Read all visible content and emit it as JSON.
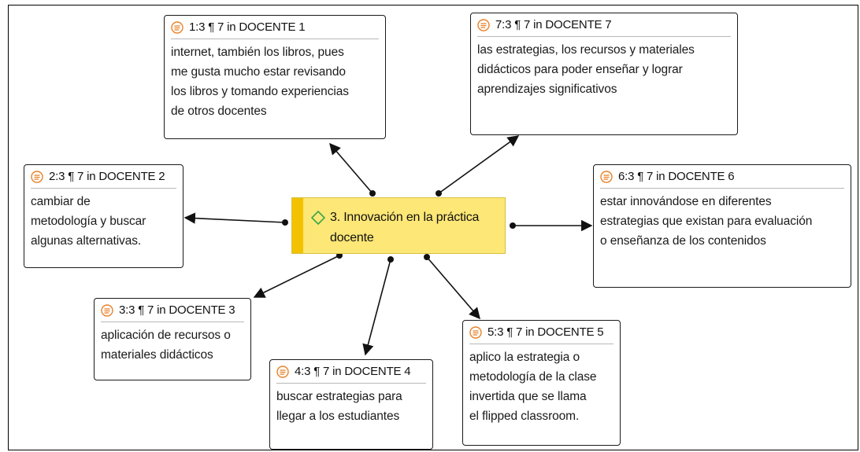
{
  "code": {
    "icon": "diamond-icon",
    "label": "3. Innovación en la práctica\ndocente"
  },
  "quotes": [
    {
      "id": "q1",
      "title": "1:3 ¶ 7 in DOCENTE 1",
      "text": "internet, también los libros, pues\nme gusta mucho estar revisando\nlos libros y tomando experiencias\nde otros docentes"
    },
    {
      "id": "q2",
      "title": "2:3 ¶ 7 in DOCENTE 2",
      "text": " cambiar de\nmetodología y buscar\nalgunas alternativas."
    },
    {
      "id": "q3",
      "title": "3:3 ¶ 7 in DOCENTE 3",
      "text": "aplicación de recursos o\nmateriales didácticos"
    },
    {
      "id": "q4",
      "title": "4:3 ¶ 7 in DOCENTE 4",
      "text": "buscar estrategias para\nllegar a los estudiantes"
    },
    {
      "id": "q5",
      "title": "5:3 ¶ 7 in DOCENTE 5",
      "text": "aplico la estrategia o\nmetodología de la clase\ninvertida que se llama\nel flipped classroom."
    },
    {
      "id": "q6",
      "title": "6:3 ¶ 7 in DOCENTE 6",
      "text": "estar innovándose en diferentes\nestrategias que existan para evaluación\no enseñanza de los contenidos"
    },
    {
      "id": "q7",
      "title": "7:3 ¶ 7 in DOCENTE 7",
      "text": "las estrategias, los recursos y materiales\ndidácticos para poder enseñar y lograr\naprendizajes significativos"
    }
  ],
  "colors": {
    "code_fill": "#fde776",
    "code_bar": "#f2c200",
    "quote_icon": "#e8822a",
    "diamond": "#3aa64a",
    "link": "#111111"
  }
}
